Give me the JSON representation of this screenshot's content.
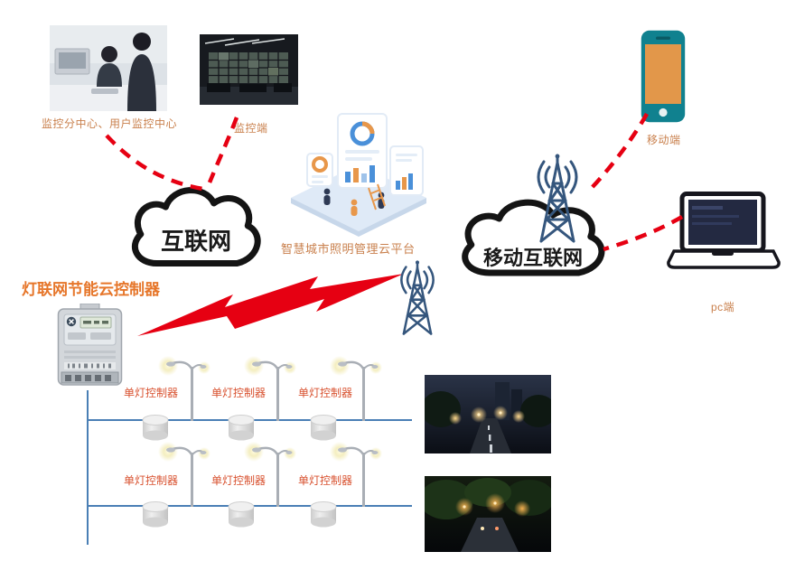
{
  "labels": {
    "monitor_center": "监控分中心、用户监控中心",
    "monitor_terminal": "监控端",
    "cloud_platform": "智慧城市照明管理云平台",
    "internet_cloud": "互联网",
    "mobile_internet_cloud": "移动互联网",
    "mobile_terminal": "移动端",
    "pc_terminal": "pc端",
    "controller_title": "灯联网节能云控制器",
    "single_lamp_controller": "单灯控制器"
  },
  "lamp_controllers": {
    "count": 6,
    "label": "单灯控制器"
  },
  "colors": {
    "terminal_label_orange": "#c9804d",
    "controller_title_orange": "#e6762a",
    "lamp_label_red": "#d8512f",
    "link_red": "#e60012",
    "powerline_blue": "#4a7fb5",
    "cloud_outline": "#141414",
    "antenna_blue": "#35567d",
    "phone_body_teal": "#10818f",
    "phone_screen_orange": "#e2974a"
  }
}
